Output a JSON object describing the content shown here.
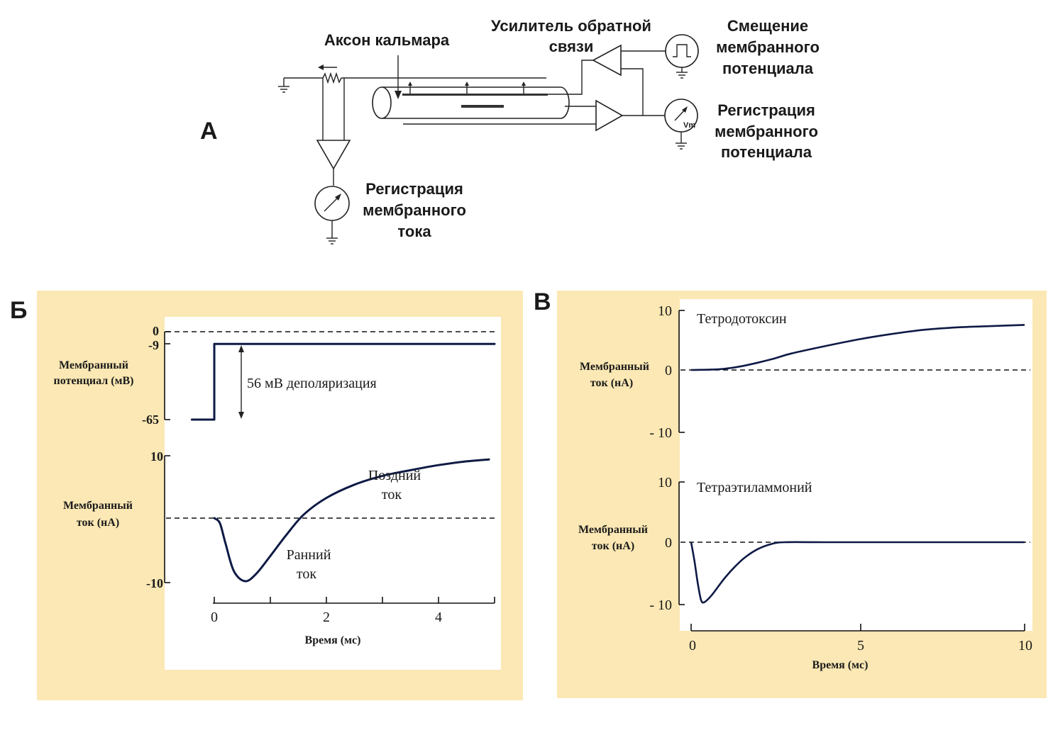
{
  "panel_a": {
    "letter": "А",
    "axon_label": "Аксон кальмара",
    "feedback_amp_label": [
      "Усилитель обратной",
      "связи"
    ],
    "potential_shift_label": [
      "Смещение",
      "мембранного",
      "потенциала"
    ],
    "potential_record_label": [
      "Регистрация",
      "мембранного",
      "потенциала"
    ],
    "current_record_label": [
      "Регистрация",
      "мембранного",
      "тока"
    ],
    "vm_symbol": "Vm"
  },
  "panel_b": {
    "letter": "Б",
    "potential_ylabel": [
      "Мембранный",
      "потенциал (мВ)"
    ],
    "potential_ticks": [
      "0",
      "-9",
      "-65"
    ],
    "depolarization_label": "56 мВ деполяризация",
    "current_ylabel": [
      "Мембранный",
      "ток (нА)"
    ],
    "current_ticks": [
      "10",
      "-10"
    ],
    "late_current_label": [
      "Поздний",
      "ток"
    ],
    "early_current_label": [
      "Ранний",
      "ток"
    ],
    "x_ticks": [
      "0",
      "2",
      "4"
    ],
    "xlabel": "Время (мс)"
  },
  "panel_c": {
    "letter": "В",
    "top_ylabel": [
      "Мембранный",
      "ток (нА)"
    ],
    "top_ticks": [
      "10",
      "0",
      "- 10"
    ],
    "top_title": "Тетродотоксин",
    "bottom_ylabel": [
      "Мембранный",
      "ток (нА)"
    ],
    "bottom_ticks": [
      "10",
      "0",
      "- 10"
    ],
    "bottom_title": "Тетраэтиламмоний",
    "x_ticks": [
      "0",
      "5",
      "10"
    ],
    "xlabel": "Время (мс)"
  },
  "colors": {
    "panel_bg": "#fbe8b4",
    "trace": "#0e1a45"
  },
  "chart_data": [
    {
      "type": "line",
      "title": "",
      "xlabel": "Время (мс)",
      "ylabel": "Мембранный потенциал (мВ)",
      "xlim": [
        -0.4,
        5
      ],
      "ylim": [
        -65,
        0
      ],
      "series": [
        {
          "x": [
            -0.4,
            0,
            0,
            5
          ],
          "y": [
            -65,
            -65,
            -9,
            -9
          ]
        }
      ]
    },
    {
      "type": "line",
      "title": "",
      "xlabel": "Время (мс)",
      "ylabel": "Мембранный ток (нА)",
      "xlim": [
        0,
        5
      ],
      "ylim": [
        -10,
        10
      ],
      "series": [
        {
          "x": [
            0,
            0.1,
            0.2,
            0.35,
            0.55,
            0.75,
            1.0,
            1.3,
            1.6,
            2.0,
            2.5,
            3.0,
            3.5,
            4.0,
            4.5,
            4.9
          ],
          "y": [
            0,
            -0.8,
            -4,
            -8.4,
            -10,
            -8.8,
            -6,
            -2.5,
            0.6,
            3.2,
            5.3,
            6.7,
            7.6,
            8.4,
            9.0,
            9.3
          ]
        }
      ]
    },
    {
      "type": "line",
      "title": "Тетродотоксин",
      "xlabel": "Время (мс)",
      "ylabel": "Мембранный ток (нА)",
      "xlim": [
        0,
        10
      ],
      "ylim": [
        -10,
        10
      ],
      "series": [
        {
          "x": [
            0,
            0.5,
            1,
            1.5,
            2,
            2.5,
            3,
            4,
            5,
            6,
            7,
            8,
            9,
            10
          ],
          "y": [
            0,
            0.05,
            0.2,
            0.6,
            1.2,
            1.9,
            2.7,
            3.9,
            5.0,
            5.9,
            6.6,
            7.0,
            7.2,
            7.4
          ]
        }
      ]
    },
    {
      "type": "line",
      "title": "Тетраэтиламмоний",
      "xlabel": "Время (мс)",
      "ylabel": "Мембранный ток (нА)",
      "xlim": [
        0,
        10
      ],
      "ylim": [
        -10,
        10
      ],
      "series": [
        {
          "x": [
            0,
            0.1,
            0.2,
            0.3,
            0.4,
            0.6,
            0.8,
            1.0,
            1.3,
            1.6,
            2.0,
            2.4,
            2.8,
            4,
            6,
            8,
            10
          ],
          "y": [
            0,
            -3,
            -6.6,
            -9.3,
            -9.6,
            -8.6,
            -7.2,
            -5.8,
            -4.0,
            -2.5,
            -1.1,
            -0.3,
            0,
            0,
            0,
            0,
            0
          ]
        }
      ]
    }
  ]
}
